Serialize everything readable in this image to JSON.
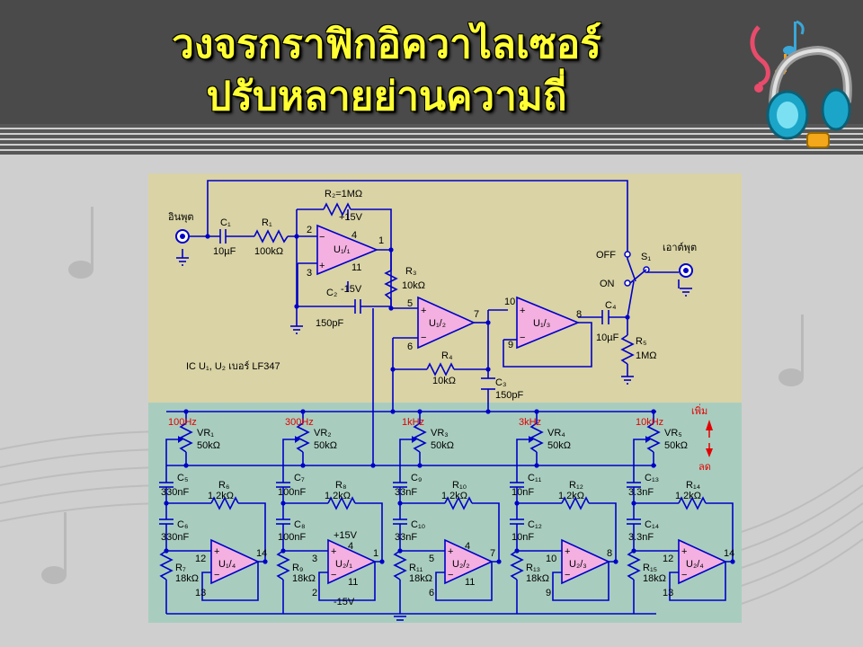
{
  "title": {
    "line1": "วงจรกราฟิกอิควาไลเซอร์",
    "line2": "ปรับหลายย่านความถี่"
  },
  "colors": {
    "title_yellow": "#ffff33",
    "header_gray": "#4a4a4a",
    "wire_blue": "#0000c8",
    "opamp_pink": "#f3b0e0",
    "label_red": "#e30000",
    "panel_yellow": "#d9d3a5",
    "panel_teal": "#a8cdbf"
  },
  "icons": [
    "music-notes-icon",
    "headphones-icon"
  ],
  "labels": {
    "input": "อินพุต",
    "output": "เอาต์พุต",
    "off": "OFF",
    "on": "ON",
    "s1": "S₁",
    "increase": "เพิ่ม",
    "decrease": "ลด",
    "ic_note": "IC U₁, U₂ เบอร์  LF347",
    "plus15": "+15V",
    "minus15": "-15V"
  },
  "components": {
    "c1": "C₁",
    "c1_val": "10µF",
    "r1": "R₁",
    "r1_val": "100kΩ",
    "r2": "R₂=1MΩ",
    "r3": "R₃",
    "r3_val": "10kΩ",
    "c2": "C₂",
    "c2_val": "150pF",
    "r4": "R₄",
    "r4_val": "10kΩ",
    "c3": "C₃",
    "c3_val": "150pF",
    "c4": "C₄",
    "c4_val": "10µF",
    "r5": "R₅",
    "r5_val": "1MΩ",
    "u11": "U₁/₁",
    "u12": "U₁/₂",
    "u13": "U₁/₃",
    "plus": "+",
    "minus": "−"
  },
  "pins": {
    "u11": [
      "2",
      "3",
      "4",
      "11",
      "1"
    ],
    "u12": [
      "5",
      "6",
      "7"
    ],
    "u13": [
      "10",
      "9",
      "8"
    ]
  },
  "bands": [
    {
      "freq": "100Hz",
      "vr": "VR₁",
      "vr_val": "50kΩ",
      "ca": "C₅",
      "ca_val": "330nF",
      "cb": "C₆",
      "cb_val": "330nF",
      "rf": "R₆",
      "rf_val": "1.2kΩ",
      "rg": "R₇",
      "rg_val": "18kΩ",
      "u": "U₁/₄",
      "p_plus": "12",
      "p_minus": "13",
      "p_out": "14"
    },
    {
      "freq": "300Hz",
      "vr": "VR₂",
      "vr_val": "50kΩ",
      "ca": "C₇",
      "ca_val": "100nF",
      "cb": "C₈",
      "cb_val": "100nF",
      "rf": "R₈",
      "rf_val": "1.2kΩ",
      "rg": "R₉",
      "rg_val": "18kΩ",
      "u": "U₂/₁",
      "p_plus": "3",
      "p_minus": "2",
      "p_out": "1",
      "p_v1": "4",
      "p_v2": "11"
    },
    {
      "freq": "1kHz",
      "vr": "VR₃",
      "vr_val": "50kΩ",
      "ca": "C₉",
      "ca_val": "33nF",
      "cb": "C₁₀",
      "cb_val": "33nF",
      "rf": "R₁₀",
      "rf_val": "1.2kΩ",
      "rg": "R₁₁",
      "rg_val": "18kΩ",
      "u": "U₂/₂",
      "p_plus": "5",
      "p_minus": "6",
      "p_out": "7",
      "p_v1": "4",
      "p_v2": "11"
    },
    {
      "freq": "3kHz",
      "vr": "VR₄",
      "vr_val": "50kΩ",
      "ca": "C₁₁",
      "ca_val": "10nF",
      "cb": "C₁₂",
      "cb_val": "10nF",
      "rf": "R₁₂",
      "rf_val": "1.2kΩ",
      "rg": "R₁₃",
      "rg_val": "18kΩ",
      "u": "U₂/₃",
      "p_plus": "10",
      "p_minus": "9",
      "p_out": "8"
    },
    {
      "freq": "10kHz",
      "vr": "VR₅",
      "vr_val": "50kΩ",
      "ca": "C₁₃",
      "ca_val": "3.3nF",
      "cb": "C₁₄",
      "cb_val": "3.3nF",
      "rf": "R₁₄",
      "rf_val": "1.2kΩ",
      "rg": "R₁₅",
      "rg_val": "18kΩ",
      "u": "U₂/₄",
      "p_plus": "12",
      "p_minus": "13",
      "p_out": "14"
    }
  ]
}
